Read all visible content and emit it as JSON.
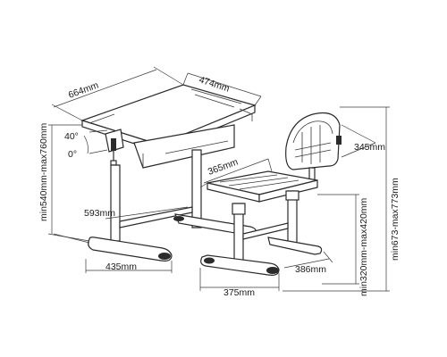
{
  "labels": {
    "desk_depth": "664mm",
    "desk_width": "474mm",
    "tilt_max": "40°",
    "tilt_min": "0°",
    "desk_height": "min540mm-max760mm",
    "backrest_width": "345mm",
    "seat_width": "365mm",
    "desk_base_depth": "593mm",
    "desk_base_width": "435mm",
    "chair_base_width": "375mm",
    "chair_base_depth": "386mm",
    "seat_height": "min320mm-max420mm",
    "chair_height": "min673-max773mm"
  }
}
